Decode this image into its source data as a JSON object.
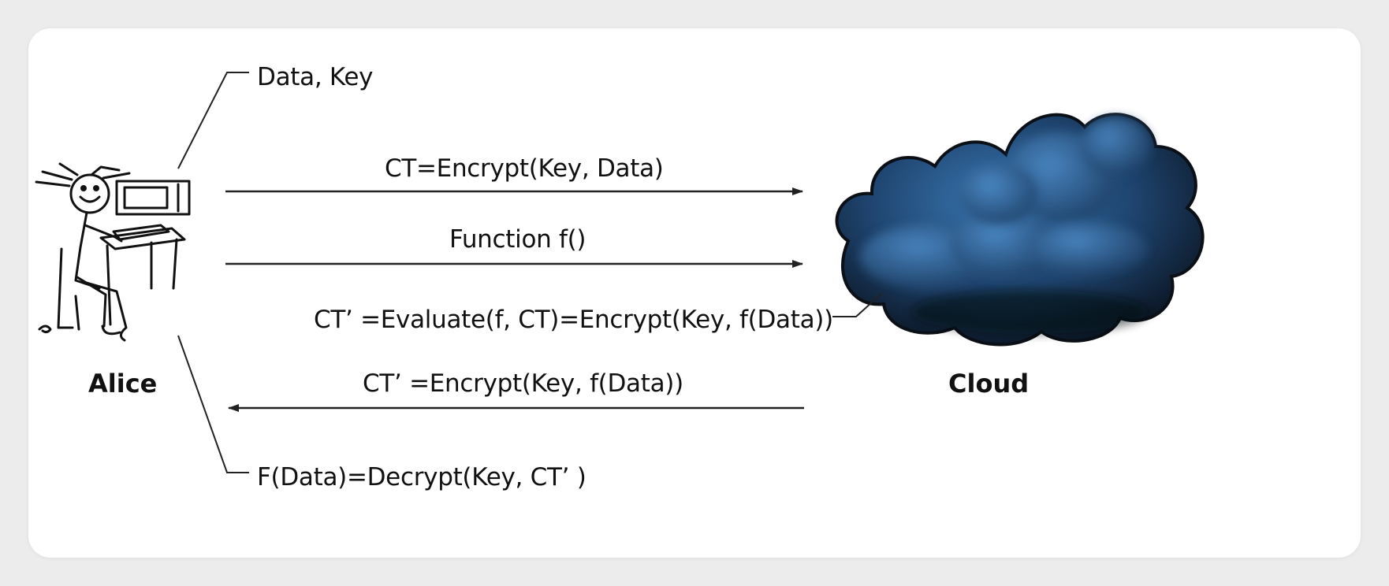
{
  "actors": {
    "alice": "Alice",
    "cloud": "Cloud"
  },
  "labels": {
    "data_key": "Data, Key",
    "encrypt": "CT=Encrypt(Key, Data)",
    "function": "Function f()",
    "evaluate": "CT’ =Evaluate(f, CT)=Encrypt(Key, f(Data))",
    "return_ct": "CT’ =Encrypt(Key, f(Data))",
    "decrypt": "F(Data)=Decrypt(Key, CT’ )"
  },
  "colors": {
    "cloud_dark": "#0b1624",
    "cloud_mid": "#1f4570",
    "cloud_light": "#3a78b3",
    "ink": "#111111"
  }
}
